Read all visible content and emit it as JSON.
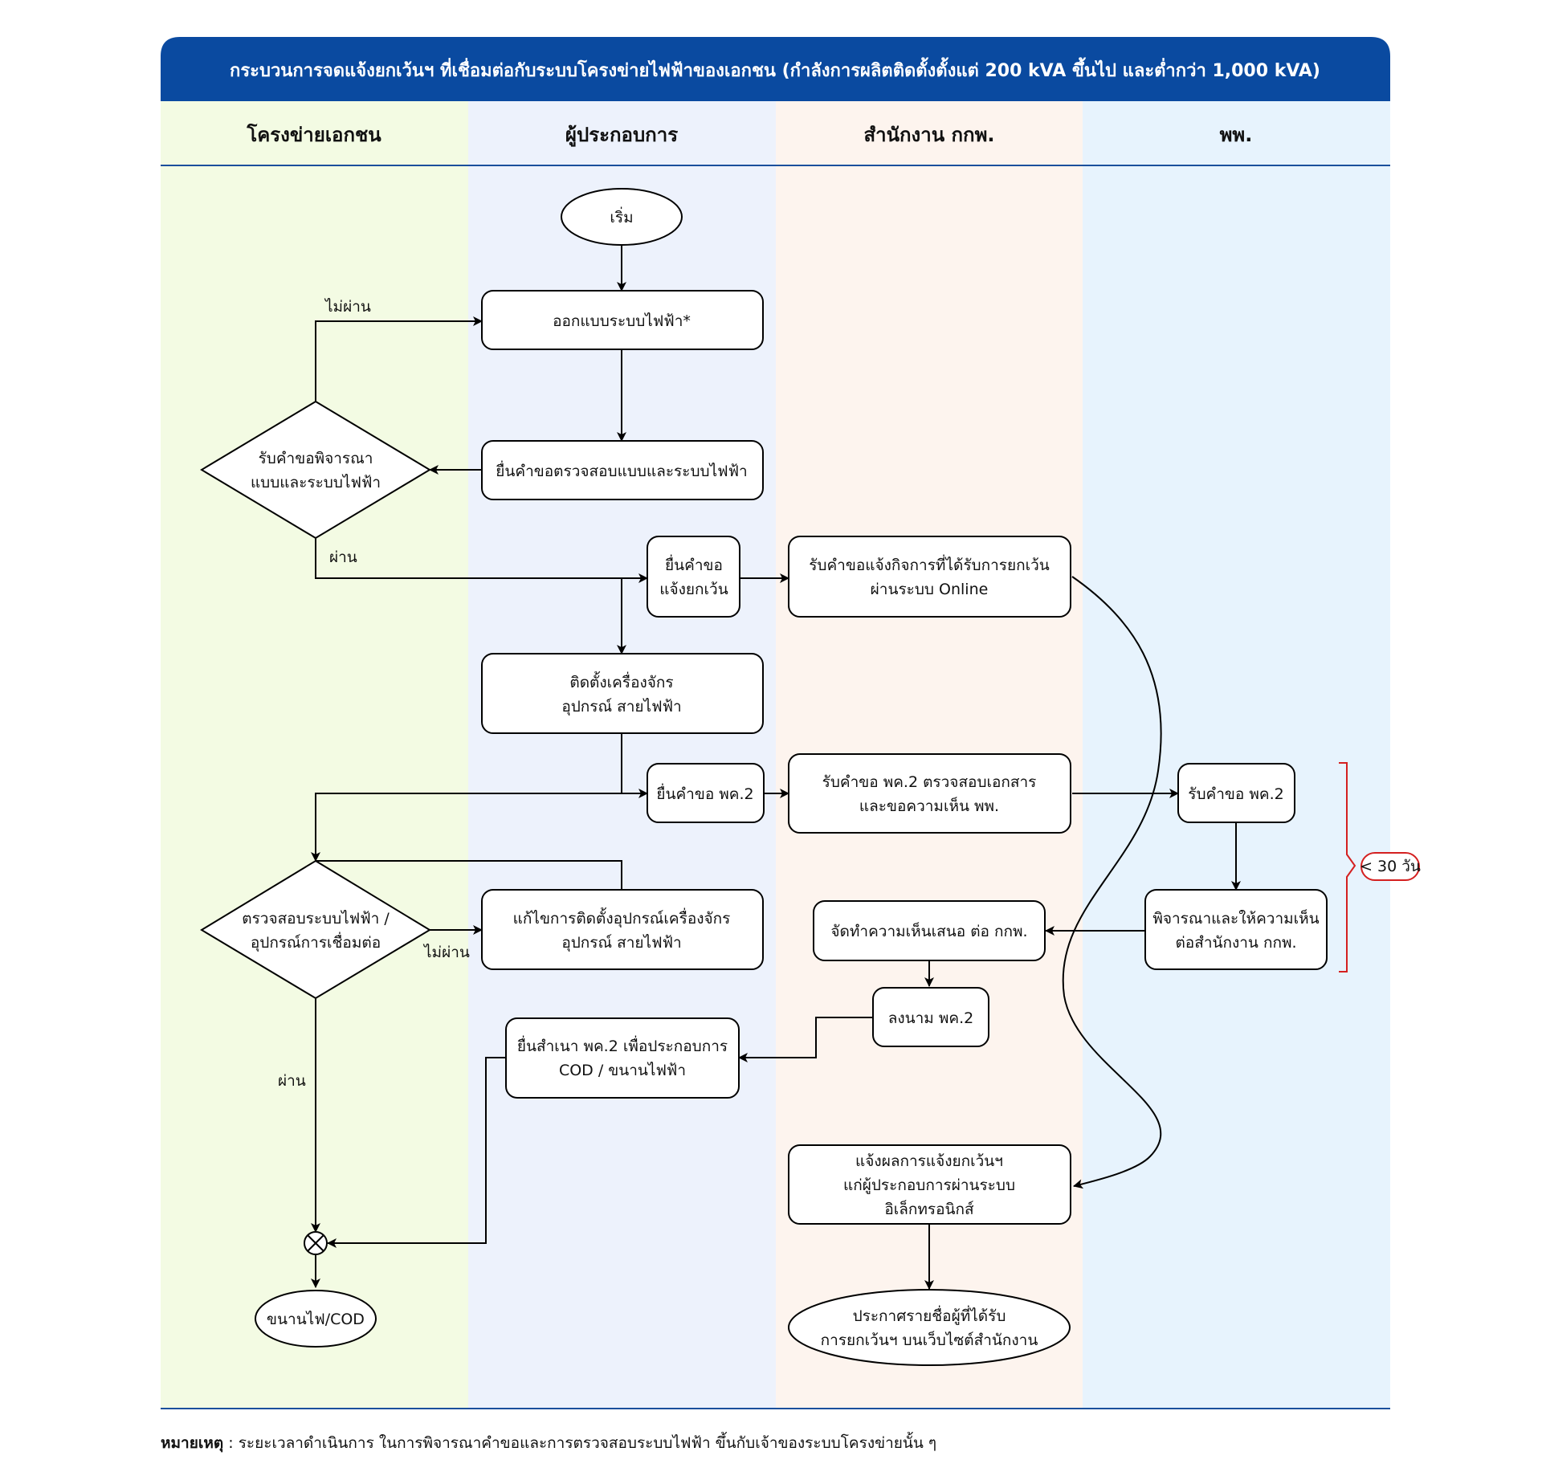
{
  "title": "กระบวนการจดแจ้งยกเว้นฯ ที่เชื่อมต่อกับระบบโครงข่ายไฟฟ้าของเอกชน (กำลังการผลิตติดตั้งตั้งแต่ 200 kVA ขึ้นไป และต่ำกว่า 1,000 kVA)",
  "colors": {
    "title_bar": "#0a4aa0",
    "lane1": "#f3fbe3",
    "lane2": "#edf2fc",
    "lane3": "#fdf4ee",
    "lane4": "#e7f3fd",
    "bracket": "#d42020"
  },
  "lanes": [
    "โครงข่ายเอกชน",
    "ผู้ประกอบการ",
    "สำนักงาน กกพ.",
    "พพ."
  ],
  "nodes": {
    "start": [
      "เริ่ม"
    ],
    "design": [
      "ออกแบบระบบไฟฟ้า*"
    ],
    "submit_check": [
      "ยื่นคำขอตรวจสอบแบบและระบบไฟฟ้า"
    ],
    "review_design": [
      "รับคำขอพิจารณา",
      "แบบและระบบไฟฟ้า"
    ],
    "submit_exemption": [
      "ยื่นคำขอ",
      "แจ้งยกเว้น"
    ],
    "receive_online": [
      "รับคำขอแจ้งกิจการที่ได้รับการยกเว้น",
      "ผ่านระบบ Online"
    ],
    "install": [
      "ติดตั้งเครื่องจักร",
      "อุปกรณ์ สายไฟฟ้า"
    ],
    "submit_pk2": [
      "ยื่นคำขอ พค.2"
    ],
    "receive_pk2_erc": [
      "รับคำขอ พค.2 ตรวจสอบเอกสาร",
      "และขอความเห็น พพ."
    ],
    "receive_pk2_dede": [
      "รับคำขอ พค.2"
    ],
    "inspect": [
      "ตรวจสอบระบบไฟฟ้า /",
      "อุปกรณ์การเชื่อมต่อ"
    ],
    "fix": [
      "แก้ไขการติดตั้งอุปกรณ์เครื่องจักร",
      "อุปกรณ์ สายไฟฟ้า"
    ],
    "opinion_dede": [
      "พิจารณาและให้ความเห็น",
      "ต่อสำนักงาน กกพ."
    ],
    "opinion_erc": [
      "จัดทำความเห็นเสนอ ต่อ กกพ."
    ],
    "sign_pk2": [
      "ลงนาม พค.2"
    ],
    "submit_copy": [
      "ยื่นสำเนา พค.2 เพื่อประกอบการ",
      "COD / ขนานไฟฟ้า"
    ],
    "notify": [
      "แจ้งผลการแจ้งยกเว้นฯ",
      "แก่ผู้ประกอบการผ่านระบบ",
      "อิเล็กทรอนิกส์"
    ],
    "announce": [
      "ประกาศรายชื่อผู้ที่ได้รับ",
      "การยกเว้นฯ บนเว็บไซต์สำนักงาน"
    ],
    "cod": [
      "ขนานไฟ/COD"
    ]
  },
  "edge_labels": {
    "fail_1": "ไม่ผ่าน",
    "pass_1": "ผ่าน",
    "fail_2": "ไม่ผ่าน",
    "pass_2": "ผ่าน"
  },
  "timeframe": "< 30 วัน",
  "note": {
    "label": "หมายเหตุ",
    "text": " : ระยะเวลาดำเนินการ ในการพิจารณาคำขอและการตรวจสอบระบบไฟฟ้า ขึ้นกับเจ้าของระบบโครงข่ายนั้น ๆ"
  }
}
